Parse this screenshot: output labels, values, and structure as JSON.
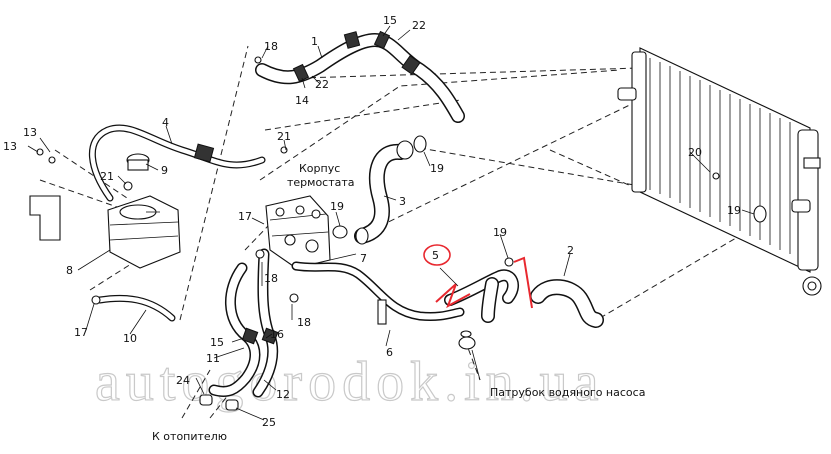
{
  "diagram": {
    "thermostat_label_line1": "Корпус",
    "thermostat_label_line2": "термостата",
    "pump_label": "Патрубок водяного насоса",
    "heater_label": "К отопителю",
    "watermark": "autogorodok.in.ua",
    "highlight_color": "#e8282f",
    "callouts": [
      "1",
      "2",
      "3",
      "4",
      "5",
      "6",
      "7",
      "8",
      "9",
      "10",
      "11",
      "12",
      "13",
      "13",
      "14",
      "15",
      "15",
      "16",
      "17",
      "17",
      "18",
      "18",
      "18",
      "19",
      "19",
      "19",
      "19",
      "20",
      "21",
      "21",
      "22",
      "22",
      "24",
      "25"
    ]
  }
}
